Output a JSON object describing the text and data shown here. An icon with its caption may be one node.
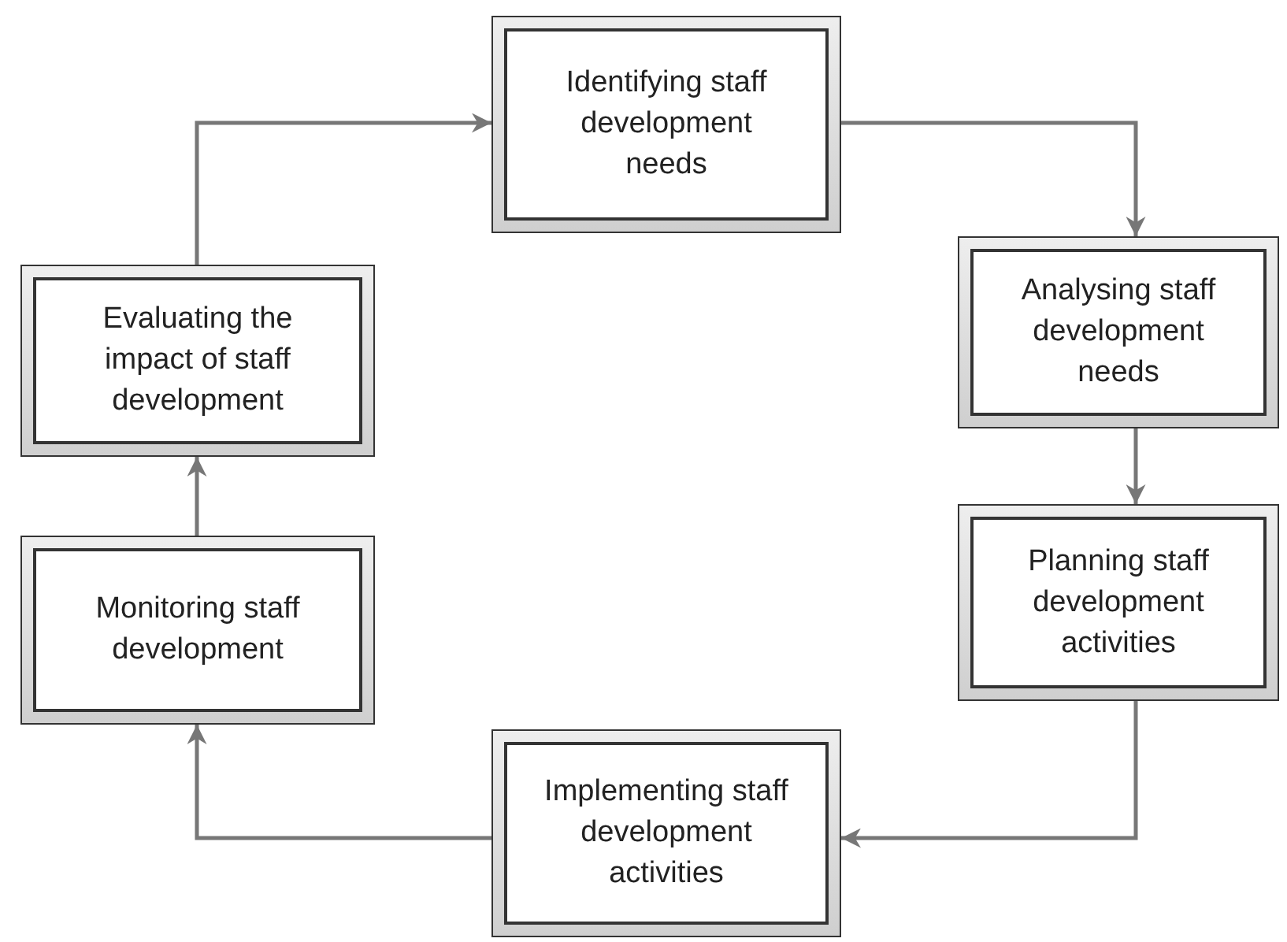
{
  "diagram": {
    "nodes": [
      {
        "text": [
          "Identifying staff development needs"
        ]
      },
      {
        "text": [
          "Analysing staff development needs"
        ]
      },
      {
        "text": [
          "Planning staff development activities"
        ]
      },
      {
        "text": [
          "Implementing staff development activities"
        ]
      },
      {
        "text": [
          "Monitoring staff development"
        ]
      },
      {
        "text": [
          "Evaluating the impact of staff development"
        ]
      }
    ],
    "edges": [
      {
        "from": 0,
        "to": 1,
        "arrow": "to"
      },
      {
        "from": 1,
        "to": 2,
        "arrow": "to"
      },
      {
        "from": 2,
        "to": 3,
        "arrow": "to"
      },
      {
        "from": 3,
        "to": 4,
        "arrow": "to"
      },
      {
        "from": 4,
        "to": 5,
        "arrow": "to"
      },
      {
        "from": 5,
        "to": 0,
        "arrow": "to"
      }
    ]
  }
}
